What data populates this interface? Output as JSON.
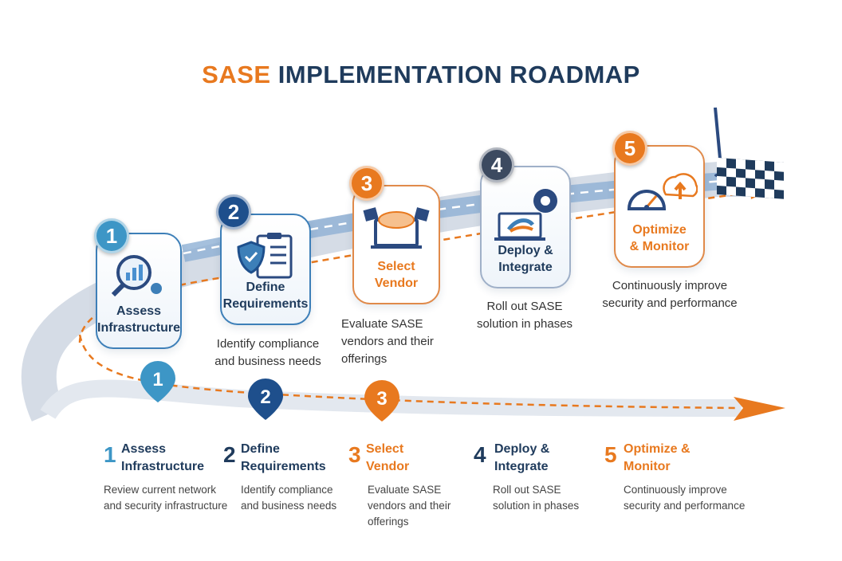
{
  "title": {
    "accent": "SASE",
    "rest": "IMPLEMENTATION ROADMAP"
  },
  "colors": {
    "navy": "#1f3b5c",
    "orange": "#e8791f",
    "light_blue": "#3d96c6",
    "dark_blue": "#1e4f8c",
    "slate": "#3c4a60"
  },
  "steps": [
    {
      "num": "1",
      "label1": "Assess",
      "label2": "Infrastructure",
      "desc1": "Review current network",
      "desc2": "and security infrastructure",
      "desc3": "",
      "icon": "magnifier-chart-icon"
    },
    {
      "num": "2",
      "label1": "Define",
      "label2": "Requirements",
      "desc1": "Identify compliance",
      "desc2": "and business needs",
      "desc3": "",
      "icon": "shield-checklist-icon"
    },
    {
      "num": "3",
      "label1": "Select",
      "label2": "Vendor",
      "desc1": "Evaluate SASE",
      "desc2": "vendors and their",
      "desc3": "offerings",
      "icon": "handshake-laptop-icon"
    },
    {
      "num": "4",
      "label1": "Deploy &",
      "label2": "Integrate",
      "desc1": "Roll out SASE",
      "desc2": "solution in phases",
      "desc3": "",
      "icon": "laptop-gear-icon"
    },
    {
      "num": "5",
      "label1": "Optimize",
      "label2": "& Monitor",
      "legend1": "Optimize &",
      "legend2": "Monitor",
      "desc1": "Continuously improve",
      "desc2": "security and performance",
      "desc3": "",
      "icon": "gauge-cloud-icon"
    }
  ]
}
